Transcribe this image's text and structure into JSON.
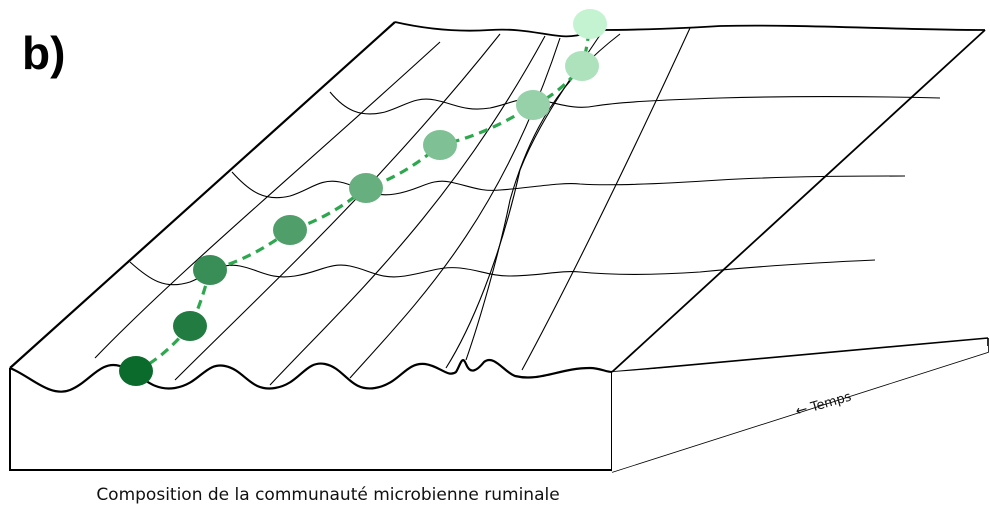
{
  "panel_label": "b)",
  "x_caption": "Composition de la communauté microbienne ruminale",
  "time_axis": {
    "label": "Temps",
    "arrow_icon": "arrow-left-icon"
  },
  "colors": {
    "path": "#2ea84f",
    "ball_darkest": "#0b6b2c",
    "ball_lightest": "#c4f3d2"
  },
  "trajectory_points": 9
}
